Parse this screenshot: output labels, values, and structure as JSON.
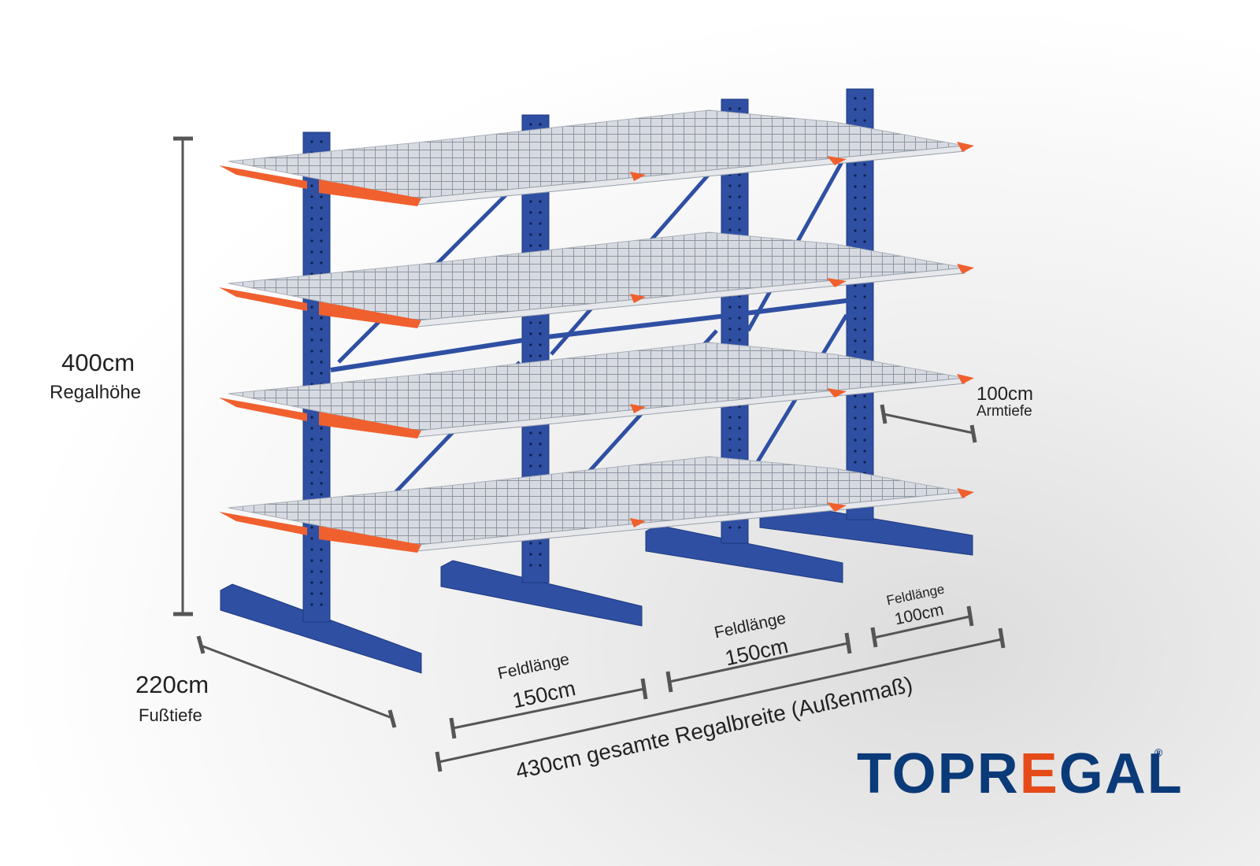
{
  "dimensions": {
    "height_value": "400cm",
    "height_label": "Regalhöhe",
    "foot_value": "220cm",
    "foot_label": "Fußtiefe",
    "arm_value": "100cm",
    "arm_label": "Armtiefe",
    "bays": [
      {
        "label": "Feldlänge",
        "value": "150cm"
      },
      {
        "label": "Feldlänge",
        "value": "150cm"
      },
      {
        "label": "Feldlänge",
        "value": "100cm"
      }
    ],
    "total": "430cm gesamte Regalbreite  (Außenmaß)"
  },
  "logo": {
    "text_a": "TOPR",
    "text_e": "E",
    "text_b": "GAL",
    "registered": "®"
  },
  "colors": {
    "column": "#2f4fa3",
    "arm": "#f0602e",
    "shelf": "#c9ced6",
    "brand": "#0b3a78",
    "accent": "#e64a19"
  }
}
